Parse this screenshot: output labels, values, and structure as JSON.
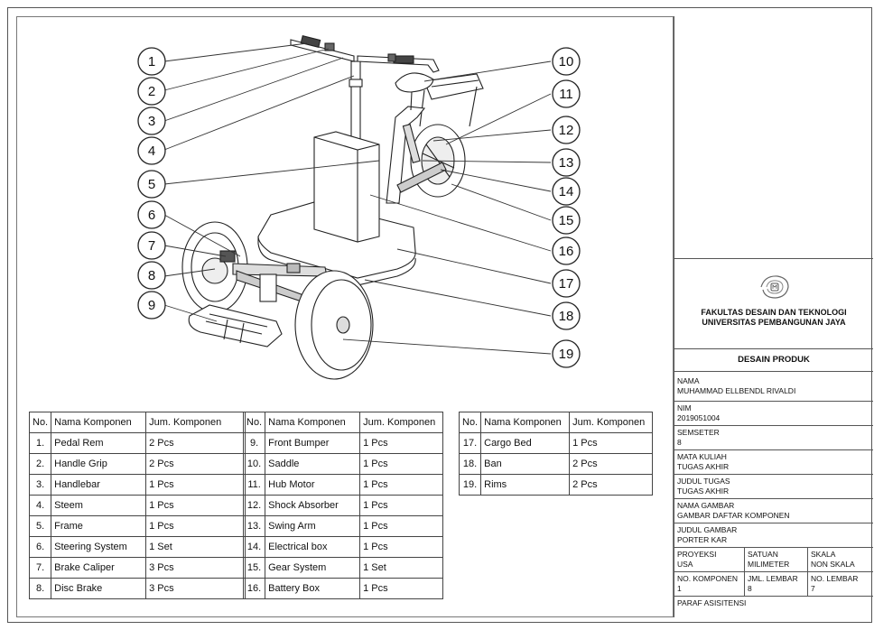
{
  "callouts": [
    "1",
    "2",
    "3",
    "4",
    "5",
    "6",
    "7",
    "8",
    "9",
    "10",
    "11",
    "12",
    "13",
    "14",
    "15",
    "16",
    "17",
    "18",
    "19"
  ],
  "table": {
    "headers": {
      "no": "No.",
      "name": "Nama Komponen",
      "qty": "Jum. Komponen"
    },
    "columns": [
      [
        [
          "1.",
          "Pedal Rem",
          "2 Pcs"
        ],
        [
          "2.",
          "Handle Grip",
          "2 Pcs"
        ],
        [
          "3.",
          "Handlebar",
          "1 Pcs"
        ],
        [
          "4.",
          "Steem",
          "1 Pcs"
        ],
        [
          "5.",
          "Frame",
          "1 Pcs"
        ],
        [
          "6.",
          "Steering System",
          "1 Set"
        ],
        [
          "7.",
          "Brake Caliper",
          "3 Pcs"
        ],
        [
          "8.",
          "Disc Brake",
          "3 Pcs"
        ]
      ],
      [
        [
          "9.",
          "Front Bumper",
          "1 Pcs"
        ],
        [
          "10.",
          "Saddle",
          "1 Pcs"
        ],
        [
          "11.",
          "Hub Motor",
          "1 Pcs"
        ],
        [
          "12.",
          "Shock Absorber",
          "1 Pcs"
        ],
        [
          "13.",
          "Swing Arm",
          "1 Pcs"
        ],
        [
          "14.",
          "Electrical box",
          "1 Pcs"
        ],
        [
          "15.",
          "Gear System",
          "1 Set"
        ],
        [
          "16.",
          "Battery Box",
          "1 Pcs"
        ]
      ],
      [
        [
          "17.",
          "Cargo Bed",
          "1 Pcs"
        ],
        [
          "18.",
          "Ban",
          "2 Pcs"
        ],
        [
          "19.",
          "Rims",
          "2 Pcs"
        ]
      ]
    ]
  },
  "title_block": {
    "faculty_line1": "FAKULTAS DESAIN DAN TEKNOLOGI",
    "faculty_line2": "UNIVERSITAS PEMBANGUNAN JAYA",
    "section_title": "DESAIN PRODUK",
    "nama_label": "NAMA",
    "nama_value": "MUHAMMAD ELLBENDL RIVALDI",
    "nim_label": "NIM",
    "nim_value": "2019051004",
    "semester_label": "SEMSETER",
    "semester_value": "8",
    "matkul_label": "MATA KULIAH",
    "matkul_value": "TUGAS AKHIR",
    "judul_tugas_label": "JUDUL TUGAS",
    "judul_tugas_value": "TUGAS AKHIR",
    "nama_gambar_label": "NAMA GAMBAR",
    "nama_gambar_value": "GAMBAR DAFTAR KOMPONEN",
    "judul_gambar_label": "JUDUL GAMBAR",
    "judul_gambar_value": "PORTER KAR",
    "proyeksi_label": "PROYEKSI",
    "proyeksi_value": "USA",
    "satuan_label": "SATUAN",
    "satuan_value": "MILIMETER",
    "skala_label": "SKALA",
    "skala_value": "NON SKALA",
    "no_komponen_label": "NO. KOMPONEN",
    "no_komponen_value": "1",
    "jml_lembar_label": "JML. LEMBAR",
    "jml_lembar_value": "8",
    "no_lembar_label": "NO. LEMBAR",
    "no_lembar_value": "7",
    "paraf_label": "PARAF ASISITENSI"
  }
}
